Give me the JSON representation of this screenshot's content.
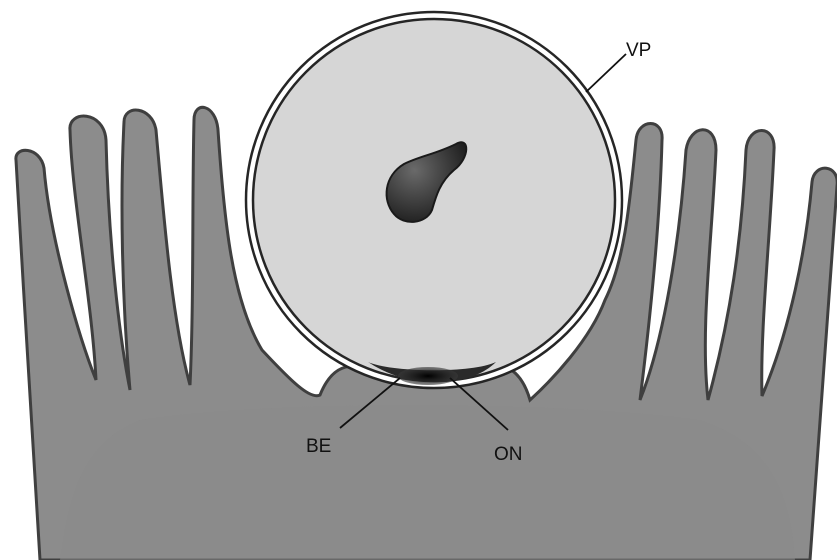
{
  "labels": {
    "vp": "VP",
    "be": "BE",
    "on": "ON"
  },
  "colors": {
    "tissue": "#8c8c8c",
    "tissue_edge": "#3f3f3f",
    "tissue_dark": "#6e6e6e",
    "cell": "#d6d6d6",
    "cell_edge": "#262626",
    "nucleus": "#3a3a3a",
    "contact": "#111111",
    "background": "#ffffff"
  }
}
